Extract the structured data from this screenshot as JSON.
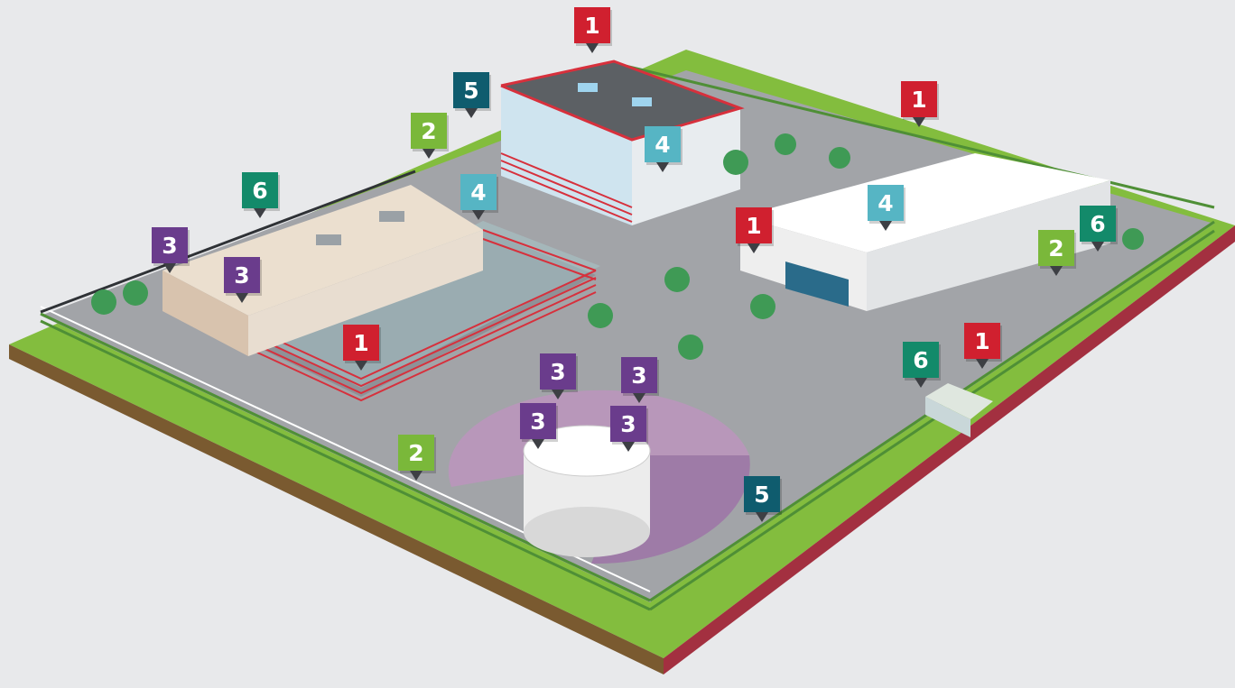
{
  "colors": {
    "1": "#d0202f",
    "2": "#7ab83a",
    "3": "#6a3c8c",
    "4": "#56b5c4",
    "5": "#0f5c6e",
    "6": "#138a6a"
  },
  "markers": [
    {
      "id": "m1a",
      "label": "1"
    },
    {
      "id": "m1b",
      "label": "1"
    },
    {
      "id": "m1c",
      "label": "1"
    },
    {
      "id": "m1d",
      "label": "1"
    },
    {
      "id": "m1e",
      "label": "1"
    },
    {
      "id": "m2a",
      "label": "2"
    },
    {
      "id": "m2b",
      "label": "2"
    },
    {
      "id": "m2c",
      "label": "2"
    },
    {
      "id": "m3a",
      "label": "3"
    },
    {
      "id": "m3b",
      "label": "3"
    },
    {
      "id": "m3c",
      "label": "3"
    },
    {
      "id": "m3d",
      "label": "3"
    },
    {
      "id": "m3e",
      "label": "3"
    },
    {
      "id": "m3f",
      "label": "3"
    },
    {
      "id": "m4a",
      "label": "4"
    },
    {
      "id": "m4b",
      "label": "4"
    },
    {
      "id": "m4c",
      "label": "4"
    },
    {
      "id": "m5a",
      "label": "5"
    },
    {
      "id": "m5b",
      "label": "5"
    },
    {
      "id": "m6a",
      "label": "6"
    },
    {
      "id": "m6b",
      "label": "6"
    },
    {
      "id": "m6c",
      "label": "6"
    }
  ]
}
